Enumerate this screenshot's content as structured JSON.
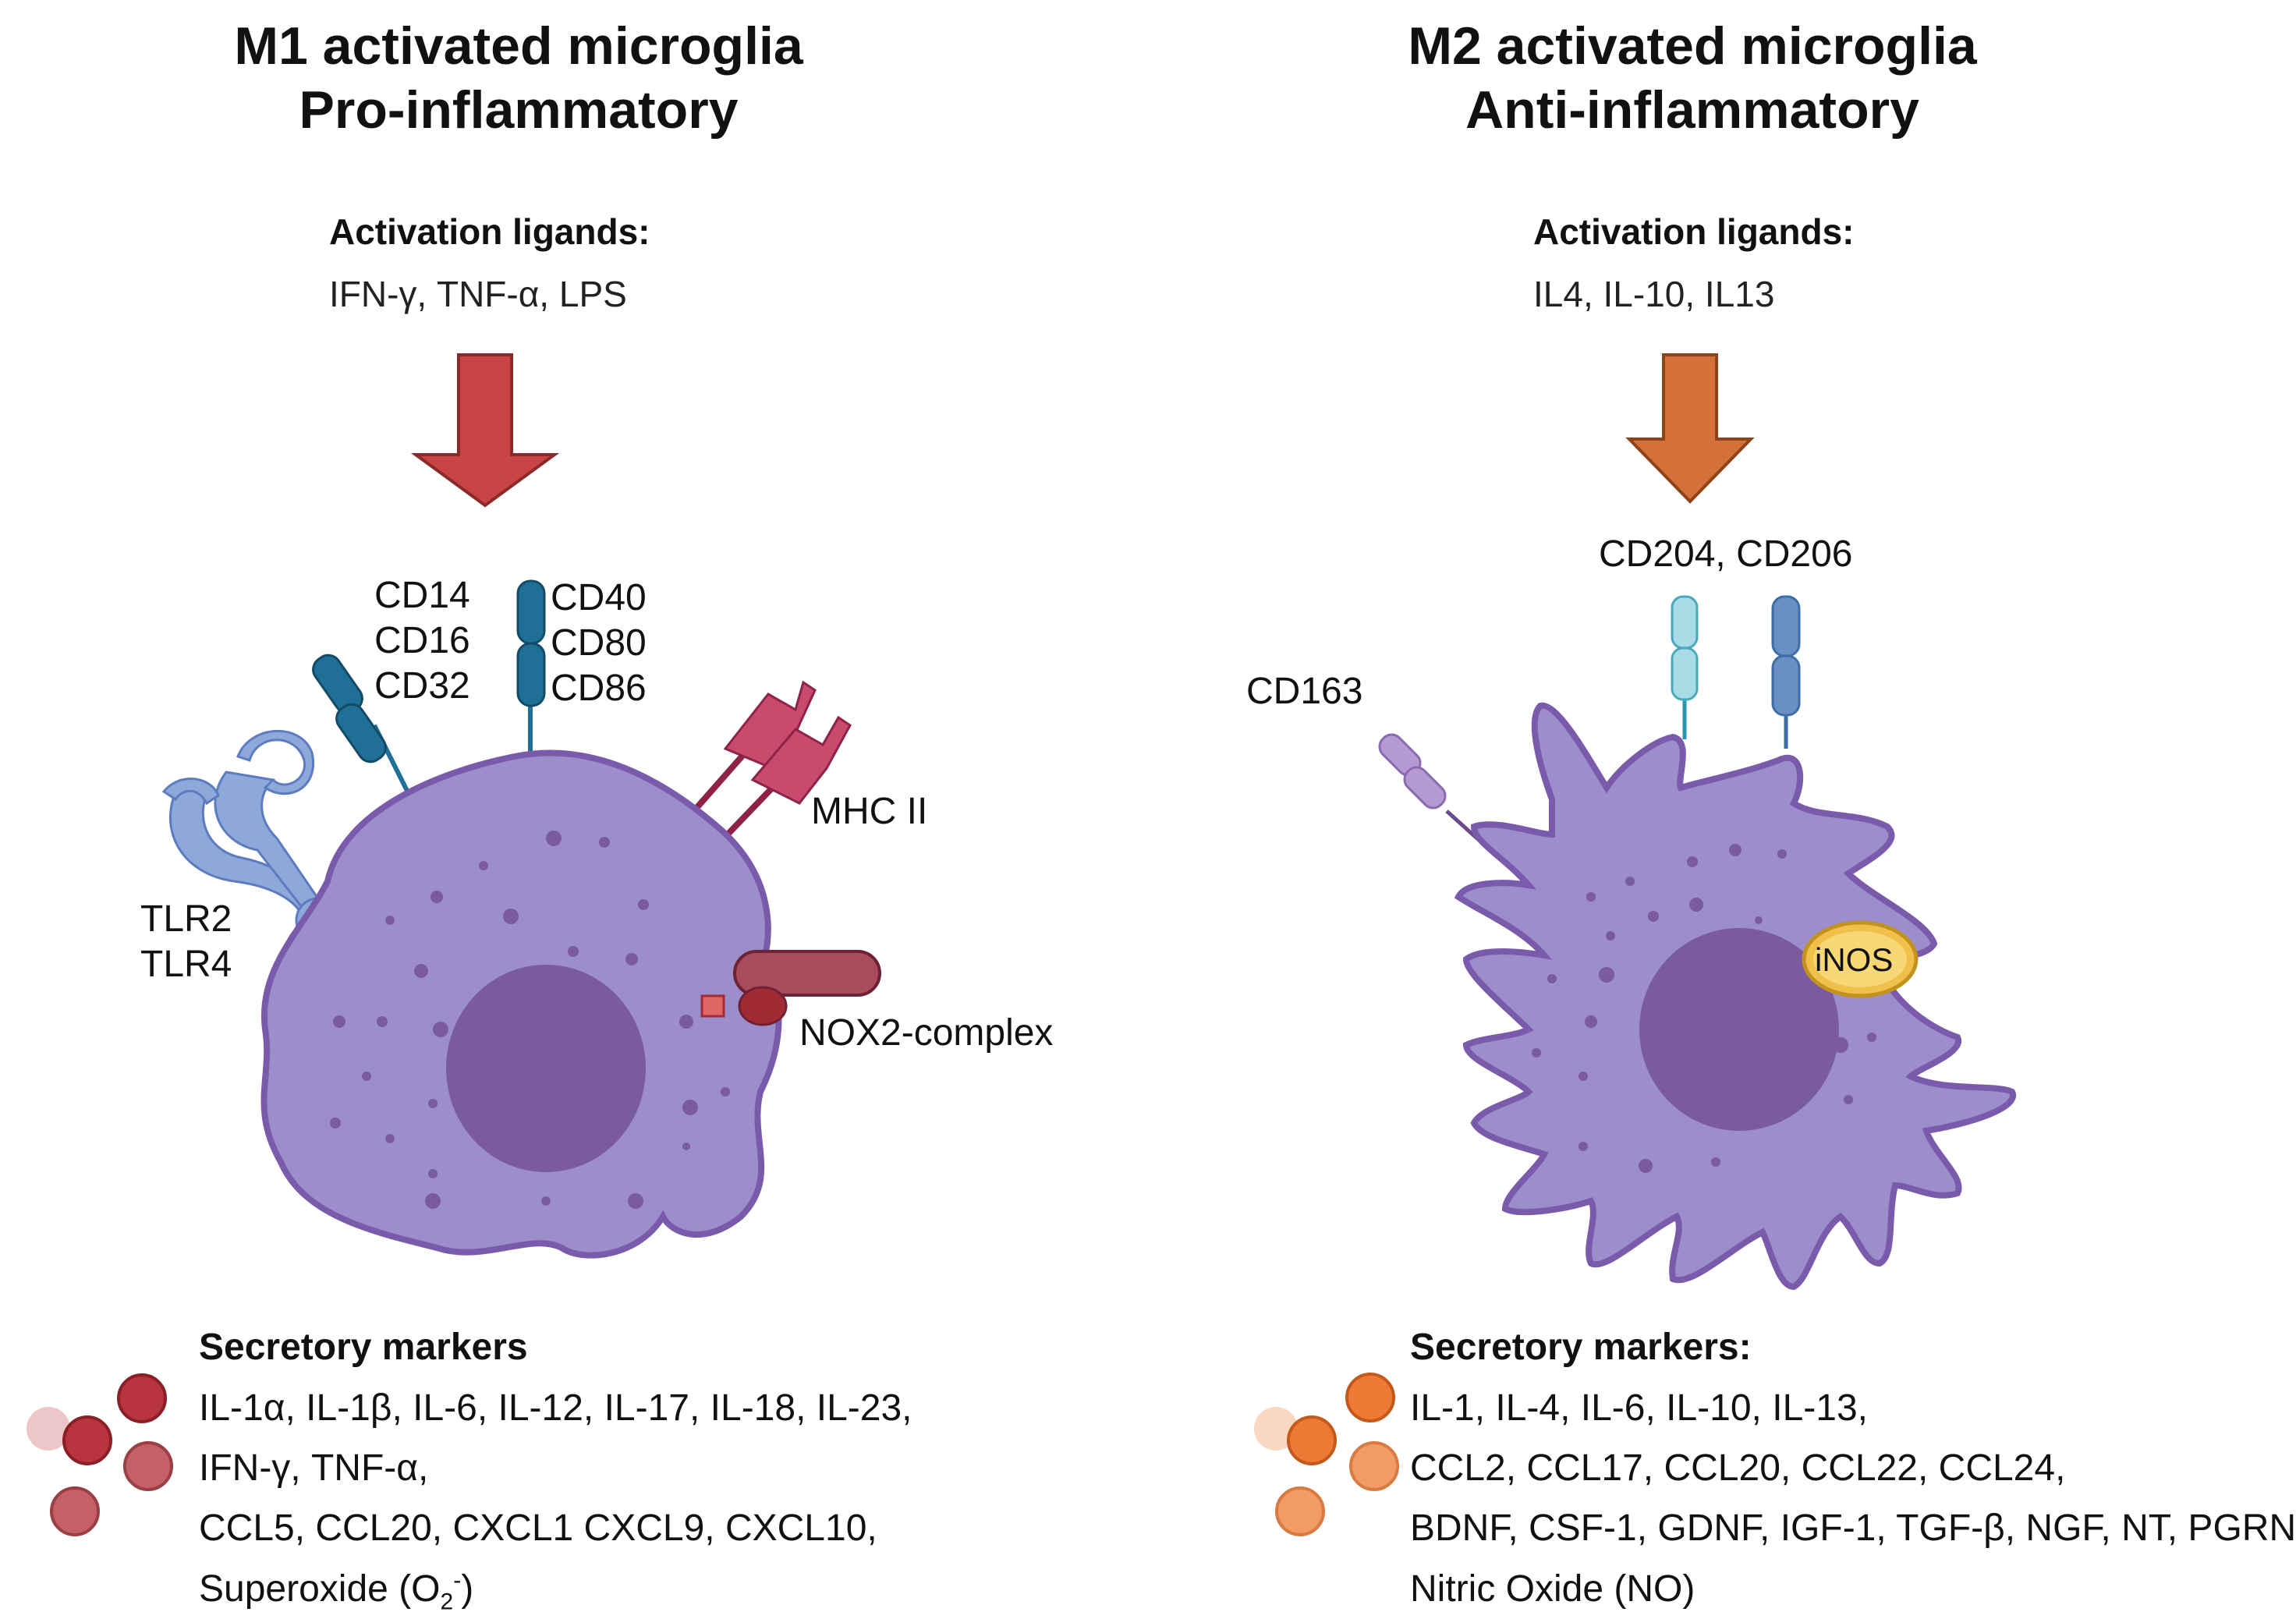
{
  "m1": {
    "title_line1": "M1 activated microglia",
    "title_line2": "Pro-inflammatory",
    "ligands_heading": "Activation ligands:",
    "ligands": "IFN-γ, TNF-α, LPS",
    "receptor_cd14": "CD14",
    "receptor_cd16": "CD16",
    "receptor_cd32": "CD32",
    "receptor_cd40": "CD40",
    "receptor_cd80": "CD80",
    "receptor_cd86": "CD86",
    "receptor_mhc": "MHC II",
    "receptor_tlr2": "TLR2",
    "receptor_tlr4": "TLR4",
    "nox2": "NOX2-complex",
    "secretory_heading": "Secretory markers",
    "secretory_lines": [
      "IL-1α, IL-1β, IL-6, IL-12, IL-17, IL-18, IL-23,",
      "IFN-γ, TNF-α,",
      "CCL5, CCL20, CXCL1 CXCL9, CXCL10,"
    ],
    "superoxide_text": "Superoxide (O",
    "superoxide_sub": "2",
    "superoxide_sup": "-",
    "superoxide_close": ")"
  },
  "m2": {
    "title_line1": "M2 activated microglia",
    "title_line2": "Anti-inflammatory",
    "ligands_heading": "Activation ligands:",
    "ligands": "IL4, IL-10, IL13",
    "receptor_cd204_206": "CD204, CD206",
    "receptor_cd163": "CD163",
    "inos": "iNOS",
    "secretory_heading": "Secretory markers:",
    "secretory_lines": [
      "IL-1, IL-4, IL-6, IL-10, IL-13,",
      "CCL2, CCL17, CCL20, CCL22, CCL24,",
      "BDNF, CSF-1, GDNF, IGF-1, TGF-β, NGF, NT, PGRN",
      "Nitric Oxide (NO)"
    ]
  },
  "colors": {
    "cell_fill": "#9b8ecb",
    "cell_stroke": "#7a5aab",
    "nucleus": "#7a5ba0",
    "m1_arrow": "#c94444",
    "m2_arrow": "#d4703a",
    "receptor_blue": "#1f6f96",
    "tlr": "#8ea8da",
    "mhc": "#c84b6e",
    "nox": "#a84b5c",
    "inos": "#f0c14a",
    "m1_dots": "#b8474f",
    "m2_dots": "#ef8a4c"
  }
}
